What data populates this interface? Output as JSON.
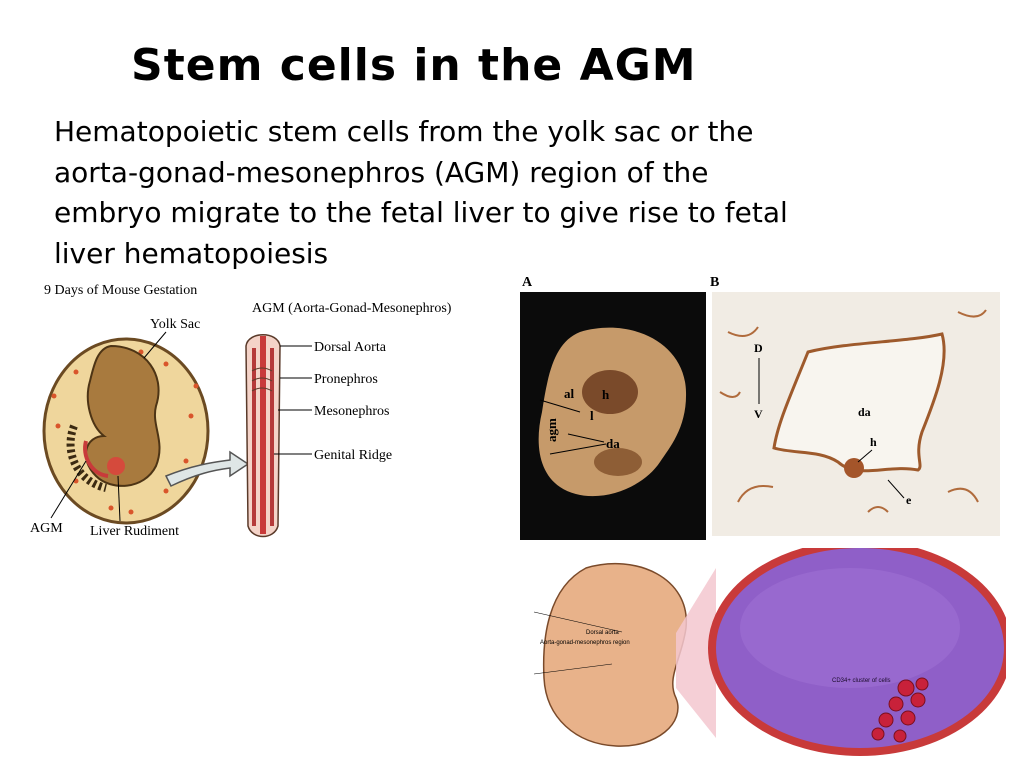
{
  "slide": {
    "title": "Stem cells in the AGM",
    "body_lines": [
      "Hematopoietic stem cells from the yolk sac or the",
      "aorta-gonad-mesonephros (AGM) region of the",
      "embryo migrate to the fetal liver to give rise to fetal",
      "liver hematopoiesis"
    ]
  },
  "left_figure": {
    "heading": "9 Days of Mouse Gestation",
    "yolk_sac": "Yolk Sac",
    "agm": "AGM",
    "liver_rudiment": "Liver Rudiment",
    "agm_heading": "AGM (Aorta-Gonad-Mesonephros)",
    "labels": [
      "Dorsal Aorta",
      "Pronephros",
      "Mesonephros",
      "Genital Ridge"
    ]
  },
  "panel_a": {
    "letter": "A",
    "labels": {
      "al": "al",
      "h": "h",
      "l": "l",
      "agm": "agm",
      "da": "da"
    }
  },
  "panel_b": {
    "letter": "B",
    "labels": {
      "d": "D",
      "v": "V",
      "da": "da",
      "h": "h",
      "e": "e"
    }
  },
  "bottom_figure": {
    "dorsal_aorta": "Dorsal aorta",
    "agm_region": "Aorta-gonad-mesonephros region",
    "cd34": "CD34+ cluster of cells"
  },
  "colors": {
    "embryo_brown": "#a87a3e",
    "yolk_sac_fill": "#efd69c",
    "aorta_red": "#c83a3a",
    "vessel_purple": "#8f5fc8",
    "stain_brown": "#9e5a2c"
  }
}
